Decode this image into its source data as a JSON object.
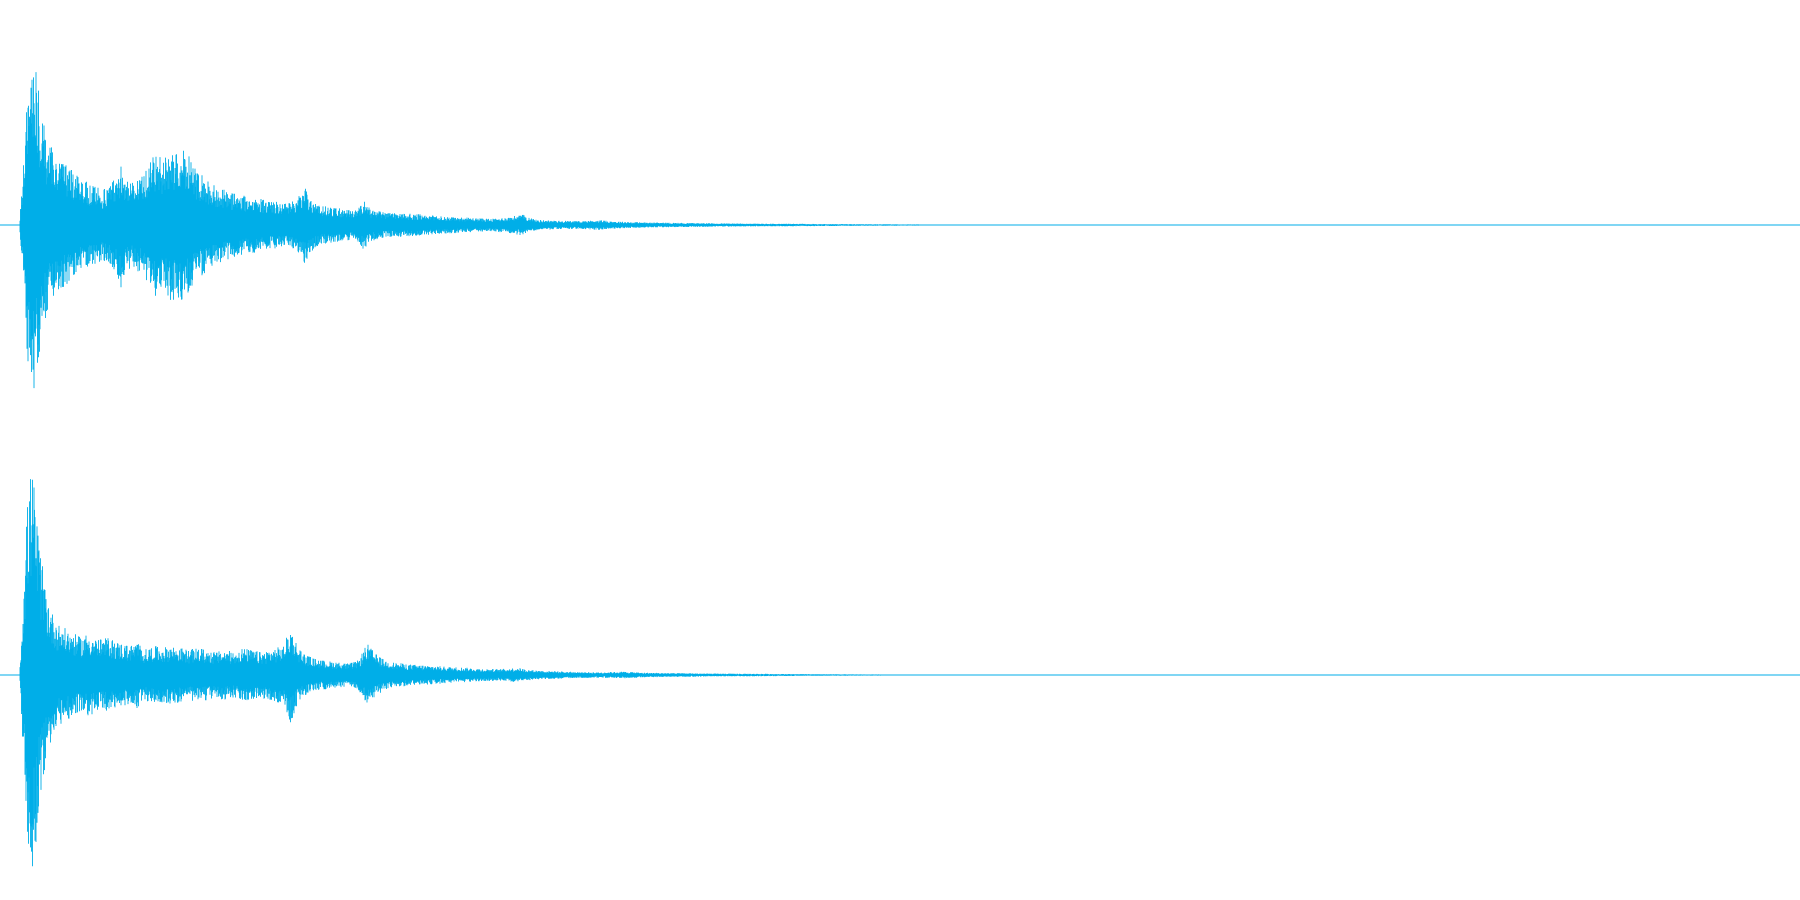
{
  "waveform": {
    "color": "#00aee8",
    "channels": [
      {
        "name": "",
        "envelope": [
          [
            0.0,
            0.05
          ],
          [
            0.002,
            0.35
          ],
          [
            0.004,
            0.72
          ],
          [
            0.006,
            0.98
          ],
          [
            0.008,
            0.95
          ],
          [
            0.01,
            0.8
          ],
          [
            0.012,
            0.62
          ],
          [
            0.015,
            0.5
          ],
          [
            0.018,
            0.44
          ],
          [
            0.022,
            0.38
          ],
          [
            0.026,
            0.34
          ],
          [
            0.03,
            0.3
          ],
          [
            0.034,
            0.26
          ],
          [
            0.038,
            0.24
          ],
          [
            0.042,
            0.22
          ],
          [
            0.046,
            0.2
          ],
          [
            0.05,
            0.22
          ],
          [
            0.054,
            0.28
          ],
          [
            0.057,
            0.36
          ],
          [
            0.06,
            0.26
          ],
          [
            0.064,
            0.24
          ],
          [
            0.068,
            0.28
          ],
          [
            0.072,
            0.34
          ],
          [
            0.076,
            0.4
          ],
          [
            0.08,
            0.38
          ],
          [
            0.084,
            0.42
          ],
          [
            0.088,
            0.44
          ],
          [
            0.092,
            0.42
          ],
          [
            0.096,
            0.38
          ],
          [
            0.1,
            0.3
          ],
          [
            0.105,
            0.26
          ],
          [
            0.11,
            0.22
          ],
          [
            0.115,
            0.2
          ],
          [
            0.12,
            0.18
          ],
          [
            0.125,
            0.17
          ],
          [
            0.13,
            0.16
          ],
          [
            0.135,
            0.15
          ],
          [
            0.14,
            0.14
          ],
          [
            0.145,
            0.13
          ],
          [
            0.15,
            0.12
          ],
          [
            0.155,
            0.14
          ],
          [
            0.16,
            0.22
          ],
          [
            0.163,
            0.16
          ],
          [
            0.168,
            0.11
          ],
          [
            0.175,
            0.1
          ],
          [
            0.182,
            0.09
          ],
          [
            0.188,
            0.08
          ],
          [
            0.193,
            0.14
          ],
          [
            0.197,
            0.09
          ],
          [
            0.205,
            0.07
          ],
          [
            0.215,
            0.065
          ],
          [
            0.225,
            0.06
          ],
          [
            0.235,
            0.05
          ],
          [
            0.245,
            0.045
          ],
          [
            0.255,
            0.04
          ],
          [
            0.265,
            0.035
          ],
          [
            0.275,
            0.045
          ],
          [
            0.282,
            0.06
          ],
          [
            0.29,
            0.03
          ],
          [
            0.3,
            0.025
          ],
          [
            0.315,
            0.022
          ],
          [
            0.325,
            0.028
          ],
          [
            0.335,
            0.02
          ],
          [
            0.35,
            0.015
          ],
          [
            0.37,
            0.012
          ],
          [
            0.39,
            0.01
          ],
          [
            0.41,
            0.008
          ],
          [
            0.43,
            0.007
          ],
          [
            0.45,
            0.006
          ],
          [
            0.47,
            0.005
          ],
          [
            0.49,
            0.004
          ],
          [
            0.51,
            0.003
          ],
          [
            0.52,
            0.002
          ],
          [
            0.525,
            0.0
          ]
        ]
      },
      {
        "name": "",
        "envelope": [
          [
            0.0,
            0.05
          ],
          [
            0.002,
            0.4
          ],
          [
            0.004,
            0.8
          ],
          [
            0.006,
            0.98
          ],
          [
            0.008,
            0.92
          ],
          [
            0.01,
            0.7
          ],
          [
            0.012,
            0.55
          ],
          [
            0.015,
            0.4
          ],
          [
            0.018,
            0.3
          ],
          [
            0.022,
            0.24
          ],
          [
            0.026,
            0.22
          ],
          [
            0.03,
            0.2
          ],
          [
            0.034,
            0.18
          ],
          [
            0.038,
            0.2
          ],
          [
            0.042,
            0.18
          ],
          [
            0.046,
            0.17
          ],
          [
            0.05,
            0.18
          ],
          [
            0.054,
            0.16
          ],
          [
            0.058,
            0.15
          ],
          [
            0.062,
            0.14
          ],
          [
            0.066,
            0.16
          ],
          [
            0.07,
            0.12
          ],
          [
            0.075,
            0.14
          ],
          [
            0.08,
            0.13
          ],
          [
            0.085,
            0.14
          ],
          [
            0.09,
            0.13
          ],
          [
            0.095,
            0.12
          ],
          [
            0.1,
            0.13
          ],
          [
            0.105,
            0.12
          ],
          [
            0.11,
            0.11
          ],
          [
            0.115,
            0.12
          ],
          [
            0.12,
            0.11
          ],
          [
            0.125,
            0.13
          ],
          [
            0.13,
            0.12
          ],
          [
            0.135,
            0.11
          ],
          [
            0.14,
            0.12
          ],
          [
            0.148,
            0.14
          ],
          [
            0.152,
            0.23
          ],
          [
            0.156,
            0.14
          ],
          [
            0.16,
            0.1
          ],
          [
            0.165,
            0.08
          ],
          [
            0.17,
            0.07
          ],
          [
            0.175,
            0.065
          ],
          [
            0.18,
            0.06
          ],
          [
            0.185,
            0.055
          ],
          [
            0.19,
            0.07
          ],
          [
            0.195,
            0.15
          ],
          [
            0.2,
            0.1
          ],
          [
            0.205,
            0.07
          ],
          [
            0.21,
            0.06
          ],
          [
            0.22,
            0.05
          ],
          [
            0.23,
            0.045
          ],
          [
            0.24,
            0.04
          ],
          [
            0.25,
            0.035
          ],
          [
            0.26,
            0.03
          ],
          [
            0.27,
            0.028
          ],
          [
            0.28,
            0.035
          ],
          [
            0.285,
            0.025
          ],
          [
            0.295,
            0.02
          ],
          [
            0.31,
            0.015
          ],
          [
            0.325,
            0.013
          ],
          [
            0.34,
            0.016
          ],
          [
            0.35,
            0.011
          ],
          [
            0.37,
            0.009
          ],
          [
            0.39,
            0.007
          ],
          [
            0.41,
            0.006
          ],
          [
            0.43,
            0.005
          ],
          [
            0.45,
            0.004
          ],
          [
            0.475,
            0.003
          ],
          [
            0.5,
            0.002
          ],
          [
            0.52,
            0.001
          ],
          [
            0.53,
            0.0
          ]
        ]
      }
    ]
  }
}
